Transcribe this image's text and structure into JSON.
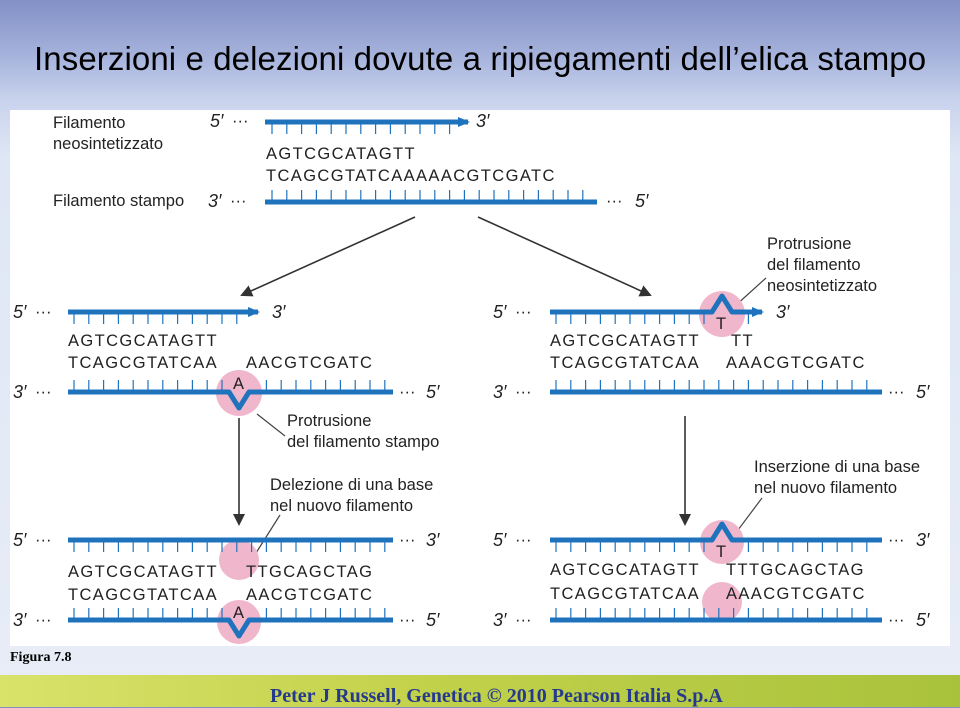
{
  "title": "Inserzioni e delezioni dovute a ripiegamenti dell’elica stampo",
  "figure_label": "Figura 7.8",
  "footer": "Peter J Russell, Genetica © 2010 Pearson Italia S.p.A",
  "colors": {
    "strand": "#1f73bd",
    "bulge": "#f0b7cc",
    "arrow": "#333333",
    "text": "#222222"
  },
  "top": {
    "new_strand_label": [
      "Filamento",
      "neosintetizzato"
    ],
    "template_label": "Filamento stampo",
    "new_seq": "AGTCGCATAGTT",
    "template_seq": "TCAGCGTATCAAAAACGTCGATC"
  },
  "ends": {
    "five": "5′",
    "three": "3′",
    "dots": "···"
  },
  "left": {
    "new_seq": "AGTCGCATAGTT",
    "template_seq_a": "TCAGCGTATCAA",
    "template_seq_b": "AACGTCGATC",
    "bulge_base": "A",
    "bulge_note": [
      "Protrusione",
      "del filamento stampo"
    ],
    "result_note": [
      "Delezione di una base",
      "nel nuovo filamento"
    ],
    "result_new_a": "AGTCGCATAGTT",
    "result_new_b": "TTGCAGCTAG",
    "result_template_a": "TCAGCGTATCAA",
    "result_template_b": "AACGTCGATC",
    "result_bulge_base": "A"
  },
  "right": {
    "new_seq_a": "AGTCGCATAGTT",
    "new_seq_b": "TT",
    "template_seq_a": "TCAGCGTATCAA",
    "template_seq_b": "AAACGTCGATC",
    "bulge_base": "T",
    "bulge_note": [
      "Protrusione",
      "del filamento",
      "neosintetizzato"
    ],
    "result_note": [
      "Inserzione di una base",
      "nel nuovo filamento"
    ],
    "result_new_a": "AGTCGCATAGTT",
    "result_new_b": "TTTGCAGCTAG",
    "result_template_a": "TCAGCGTATCAA",
    "result_template_b": "AAACGTCGATC",
    "result_bulge_base": "T"
  }
}
